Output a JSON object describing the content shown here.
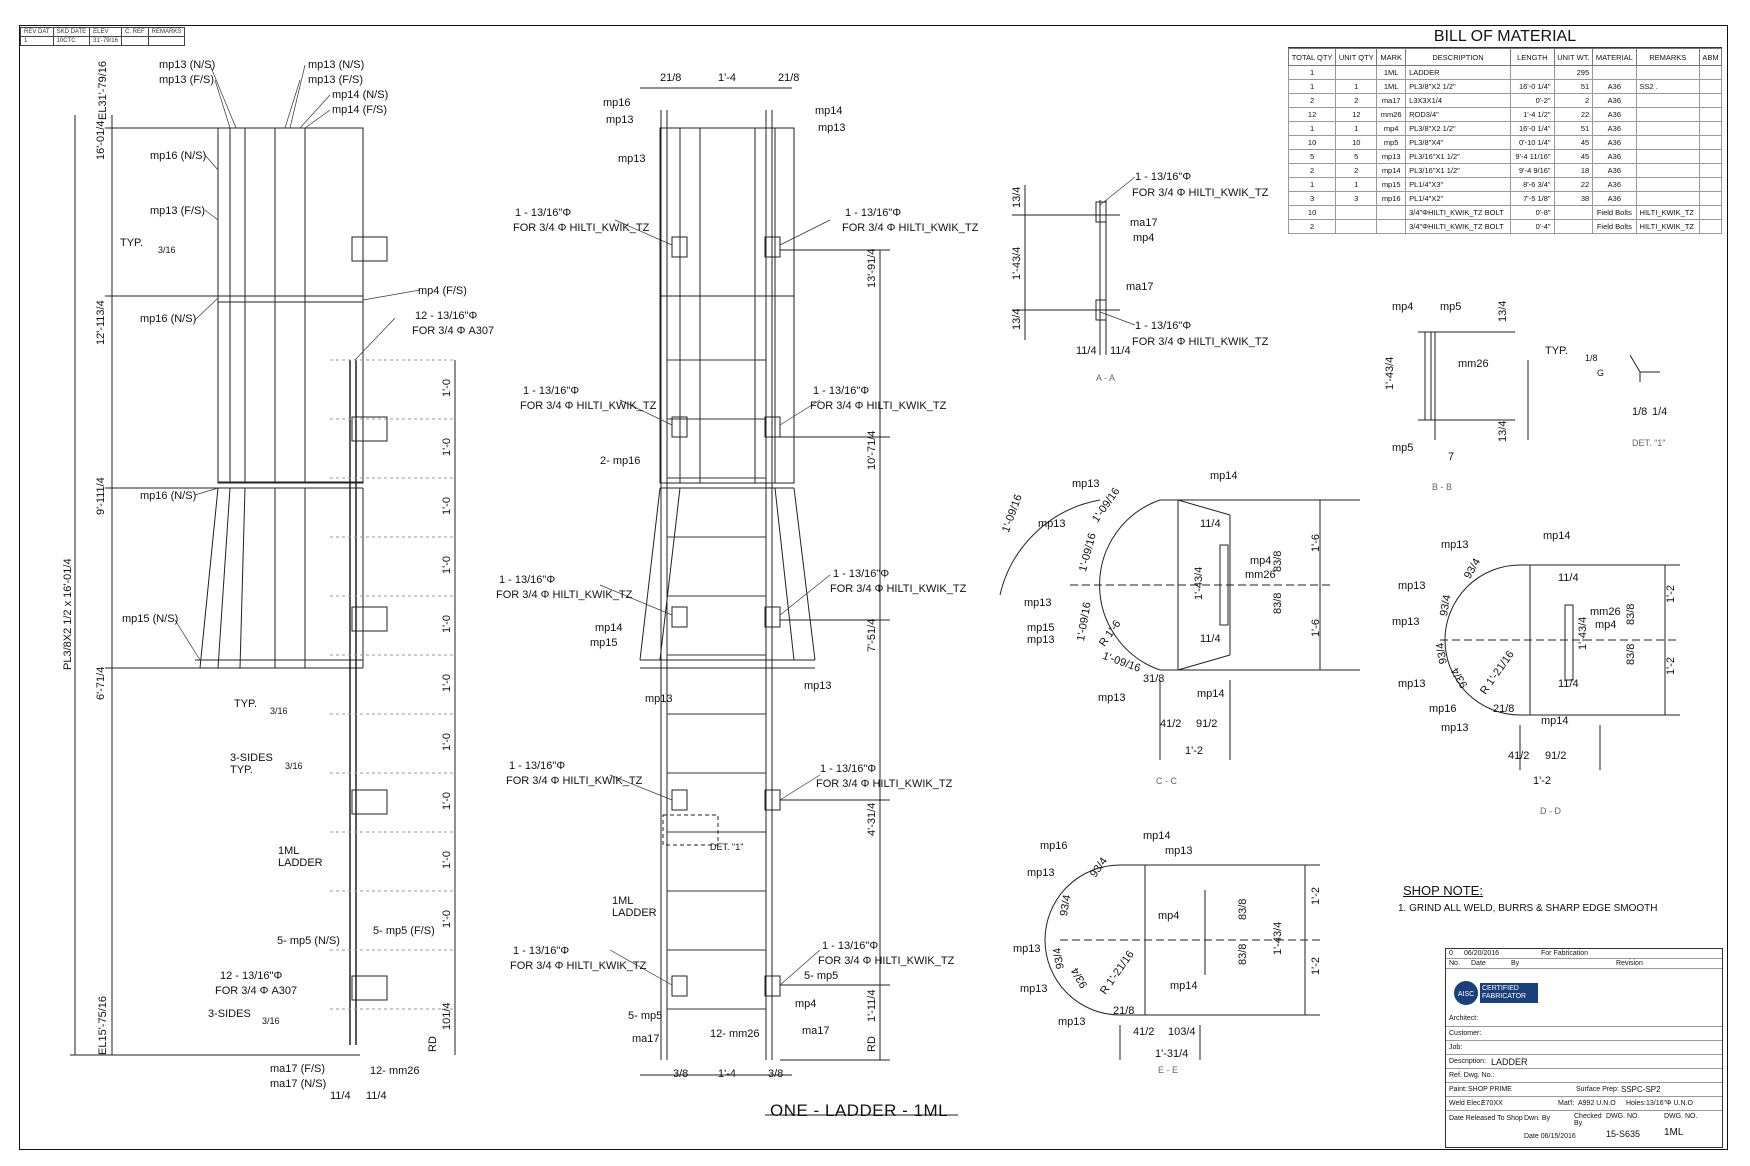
{
  "revision_stamp": {
    "headers": [
      "REV DAT",
      "SKD DATE",
      "ELEV",
      "C. REF",
      "REMARKS"
    ],
    "values": [
      "1",
      "10CTC",
      "31'-79/16",
      "",
      ""
    ]
  },
  "bill_of_material": {
    "title": "BILL OF MATERIAL",
    "headers": [
      "TOTAL QTY",
      "UNIT QTY",
      "MARK",
      "DESCRIPTION",
      "LENGTH",
      "UNIT WT.",
      "MATERIAL",
      "REMARKS",
      "ABM"
    ],
    "rows": [
      [
        "1",
        "",
        "1ML",
        "LADDER",
        "",
        "295",
        "",
        "",
        ""
      ],
      [
        "1",
        "1",
        "1ML",
        "PL3/8\"X2 1/2\"",
        "16'-0 1/4\"",
        "51",
        "A36",
        "SS2 .",
        ""
      ],
      [
        "2",
        "2",
        "ma17",
        "L3X3X1/4",
        "0'-2\"",
        "2",
        "A36",
        "",
        ""
      ],
      [
        "12",
        "12",
        "mm26",
        "ROD3/4\"",
        "1'-4 1/2\"",
        "22",
        "A36",
        "",
        ""
      ],
      [
        "1",
        "1",
        "mp4",
        "PL3/8\"X2 1/2\"",
        "16'-0 1/4\"",
        "51",
        "A36",
        "",
        ""
      ],
      [
        "10",
        "10",
        "mp5",
        "PL3/8\"X4\"",
        "0'-10 1/4\"",
        "45",
        "A36",
        "",
        ""
      ],
      [
        "5",
        "5",
        "mp13",
        "PL3/16\"X1 1/2\"",
        "9'-4 11/16\"",
        "45",
        "A36",
        "",
        ""
      ],
      [
        "2",
        "2",
        "mp14",
        "PL3/16\"X1 1/2\"",
        "9'-4 9/16\"",
        "18",
        "A36",
        "",
        ""
      ],
      [
        "1",
        "1",
        "mp15",
        "PL1/4\"X3\"",
        "8'-6 3/4\"",
        "22",
        "A36",
        "",
        ""
      ],
      [
        "3",
        "3",
        "mp16",
        "PL1/4\"X2\"",
        "7'-5 1/8\"",
        "38",
        "A36",
        "",
        ""
      ],
      [
        "10",
        "",
        "",
        "3/4\"ΦHILTI_KWIK_TZ BOLT",
        "0'-8\"",
        "",
        "Field Bolts",
        "HILTI_KWIK_TZ",
        ""
      ],
      [
        "2",
        "",
        "",
        "3/4\"ΦHILTI_KWIK_TZ BOLT",
        "0'-4\"",
        "",
        "Field Bolts",
        "HILTI_KWIK_TZ",
        ""
      ]
    ]
  },
  "elevation_left": {
    "el_top": "EL31'-79/16",
    "el_bottom": "EL15'-75/16",
    "dims": [
      "16'-01/4",
      "12'-113/4",
      "9'-111/4",
      "6'-71/4",
      "1'-0",
      "1'-0",
      "1'-0",
      "1'-0",
      "1'-0",
      "1'-0",
      "1'-0",
      "1'-0",
      "1'-0",
      "1'-0",
      "101/4",
      "RD",
      "11/4",
      "11/4"
    ],
    "plate": "PL3/8X2 1/2 x 16'-01/4",
    "labels": [
      "mp13 (N/S)",
      "mp13 (F/S)",
      "mp13 (N/S)",
      "mp13 (F/S)",
      "mp14 (N/S)",
      "mp14 (F/S)",
      "mp16 (N/S)",
      "mp13 (F/S)",
      "TYP.",
      "mp4 (F/S)",
      "mp16 (N/S)",
      "mp16 (N/S)",
      "mp15 (N/S)",
      "TYP.",
      "3-SIDES TYP.",
      "1ML LADDER",
      "5- mp5 (N/S)",
      "5- mp5 (F/S)",
      "3-SIDES",
      "ma17 (F/S)",
      "ma17 (N/S)",
      "12- mm26"
    ],
    "bolt_callout": "12 - 13/16\"Φ",
    "bolt_for": "FOR 3/4 Φ A307",
    "weld": "3/16"
  },
  "elevation_center": {
    "title": "ONE - LADDER - 1ML",
    "top_dims": [
      "21/8",
      "1'-4",
      "21/8"
    ],
    "bottom_dims": [
      "3/8",
      "1'-4",
      "3/8"
    ],
    "side_dims": [
      "13'-91/4",
      "10'-71/4",
      "7'-51/4",
      "4'-31/4",
      "1'-11/4",
      "RD"
    ],
    "bolt_callout": "1 - 13/16\"Φ",
    "bolt_for": "FOR 3/4 Φ HILTI_KWIK_TZ",
    "labels": [
      "mp16",
      "mp13",
      "mp13",
      "mp14",
      "mp13",
      "2- mp16",
      "mp14",
      "mp15",
      "mp13",
      "mp13",
      "DET. \"1\"",
      "1ML LADDER",
      "5- mp5",
      "5- mp5",
      "mp4",
      "ma17",
      "ma17",
      "12- mm26"
    ]
  },
  "section_aa": {
    "title": "A - A",
    "labels": [
      "ma17",
      "mp4",
      "ma17"
    ],
    "dims": [
      "13/4",
      "1'-43/4",
      "13/4",
      "11/4",
      "11/4"
    ],
    "bolt_callout": "1 - 13/16\"Φ",
    "bolt_for": "FOR 3/4 Φ HILTI_KWIK_TZ"
  },
  "section_bb": {
    "title": "B - B",
    "labels": [
      "mp4",
      "mp5",
      "mm26",
      "mp5"
    ],
    "dims": [
      "13/4",
      "1'-43/4",
      "13/4",
      "7"
    ]
  },
  "detail_1": {
    "title": "DET. \"1\"",
    "labels": [
      "TYP.",
      "G"
    ],
    "dims": [
      "1/8",
      "1/8",
      "1/4"
    ]
  },
  "section_cc": {
    "title": "C - C",
    "labels": [
      "mp13",
      "mp14",
      "mp13",
      "mp4",
      "mm26",
      "mp13",
      "mp15",
      "mp13",
      "mp14",
      "mp13"
    ],
    "dims": [
      "1'-09/16",
      "1'-09/16",
      "1'-09/16",
      "1'-09/16",
      "R 1'-6",
      "1'-09/16",
      "11/4",
      "1'-43/4",
      "11/4",
      "83/8",
      "83/8",
      "1'-6",
      "1'-6",
      "31/8",
      "41/2",
      "91/2",
      "1'-2"
    ]
  },
  "section_dd": {
    "title": "D - D",
    "labels": [
      "mp13",
      "mp14",
      "mp13",
      "mp13",
      "mm26",
      "mp4",
      "mp13",
      "mp16",
      "mp13",
      "mp14"
    ],
    "dims": [
      "93/4",
      "93/4",
      "93/4",
      "93/4",
      "R 1'-21/16",
      "11/4",
      "1'-43/4",
      "11/4",
      "83/8",
      "83/8",
      "1'-2",
      "1'-2",
      "21/8",
      "41/2",
      "91/2",
      "1'-2"
    ]
  },
  "section_ee": {
    "title": "E - E",
    "labels": [
      "mp16",
      "mp13",
      "mp14",
      "mp13",
      "mp4",
      "mp13",
      "mp14",
      "mp13"
    ],
    "dims": [
      "93/4",
      "93/4",
      "93/4",
      "93/4",
      "R 1'-21/16",
      "83/8",
      "83/8",
      "1'-43/4",
      "1'-2",
      "1'-2",
      "21/8",
      "41/2",
      "103/4",
      "1'-31/4"
    ]
  },
  "shop_note": {
    "heading": "SHOP NOTE:",
    "line": "1. GRIND ALL WELD, BURRS & SHARP EDGE SMOOTH"
  },
  "title_block": {
    "rev_no": "0",
    "rev_date": "06/20/2016",
    "rev_desc": "For Fabrication",
    "col_no": "No.",
    "col_date": "Date",
    "col_by": "By",
    "col_revision": "Revision",
    "aisc_text": "CERTIFIED FABRICATOR",
    "architect_label": "Architect:",
    "customer_label": "Customer:",
    "job_label": "Job:",
    "description_label": "Description:",
    "description": "LADDER",
    "ref_label": "Ref. Dwg. No.:",
    "paint_label": "Paint:",
    "paint": "SHOP PRIME",
    "surface_label": "Surface Prep:",
    "surface": "SSPC-SP2",
    "weld_label": "Weld Elec.:",
    "weld": "E70XX",
    "matl_label": "Mat'l:",
    "matl": "A992 U.N.O",
    "holes_label": "Holes:",
    "holes": "13/16\"Φ U.N.O",
    "released_label": "Date Released To Shop",
    "drawn_label": "Dwn. By",
    "drawn_date": "Date 06/15/2016",
    "checked_label": "Checked By",
    "dwg_no_label": "DWG. NO.",
    "drawing_number": "15-S635",
    "dwg_label": "DWG. NO.",
    "dwg": "1ML"
  }
}
